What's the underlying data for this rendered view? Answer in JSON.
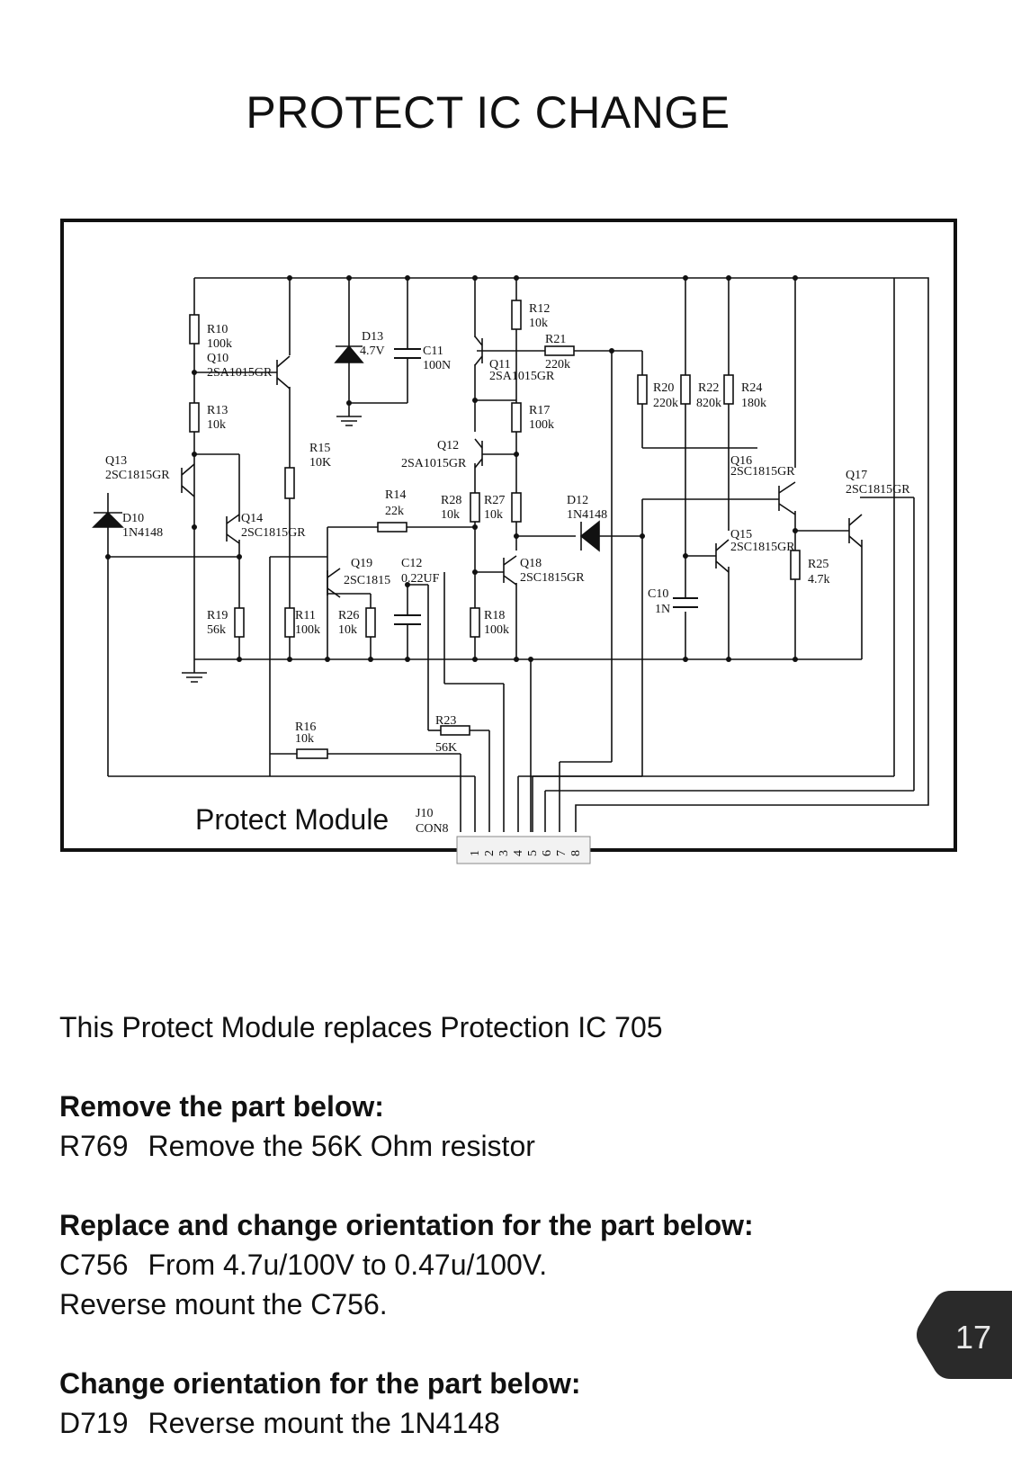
{
  "page": {
    "title": "PROTECT IC CHANGE",
    "page_number": "17"
  },
  "schematic": {
    "module_label": "Protect Module",
    "connector": {
      "ref": "J10",
      "type": "CON8",
      "pins": [
        "1",
        "2",
        "3",
        "4",
        "5",
        "6",
        "7",
        "8"
      ]
    },
    "components": [
      {
        "ref": "R10",
        "value": "100k"
      },
      {
        "ref": "Q10",
        "value": "2SA1015GR"
      },
      {
        "ref": "R13",
        "value": "10k"
      },
      {
        "ref": "Q13",
        "value": "2SC1815GR"
      },
      {
        "ref": "D10",
        "value": "1N4148"
      },
      {
        "ref": "Q14",
        "value": "2SC1815GR"
      },
      {
        "ref": "R15",
        "value": "10K"
      },
      {
        "ref": "D13",
        "value": "4.7V"
      },
      {
        "ref": "C11",
        "value": "100N"
      },
      {
        "ref": "R12",
        "value": "10k"
      },
      {
        "ref": "R21",
        "value": "220k"
      },
      {
        "ref": "Q11",
        "value": "2SA1015GR"
      },
      {
        "ref": "R17",
        "value": "100k"
      },
      {
        "ref": "Q12",
        "value": "2SA1015GR"
      },
      {
        "ref": "R14",
        "value": "22k"
      },
      {
        "ref": "R28",
        "value": "10k"
      },
      {
        "ref": "R27",
        "value": "10k"
      },
      {
        "ref": "D12",
        "value": "1N4148"
      },
      {
        "ref": "R20",
        "value": "220k"
      },
      {
        "ref": "R22",
        "value": "820k"
      },
      {
        "ref": "R24",
        "value": "180k"
      },
      {
        "ref": "Q16",
        "value": "2SC1815GR"
      },
      {
        "ref": "Q17",
        "value": "2SC1815GR"
      },
      {
        "ref": "Q15",
        "value": "2SC1815GR"
      },
      {
        "ref": "R25",
        "value": "4.7k"
      },
      {
        "ref": "Q19",
        "value": "2SC1815"
      },
      {
        "ref": "C12",
        "value": "0.22UF"
      },
      {
        "ref": "Q18",
        "value": "2SC1815GR"
      },
      {
        "ref": "C10",
        "value": "1N"
      },
      {
        "ref": "R19",
        "value": "56k"
      },
      {
        "ref": "R11",
        "value": "100k"
      },
      {
        "ref": "R26",
        "value": "10k"
      },
      {
        "ref": "R18",
        "value": "100k"
      },
      {
        "ref": "R16",
        "value": "10k"
      },
      {
        "ref": "R23",
        "value": "56K"
      }
    ]
  },
  "notes": {
    "intro": "This Protect Module replaces Protection IC 705",
    "remove": {
      "heading": "Remove the part below:",
      "ref": "R769",
      "text": "Remove the 56K Ohm resistor"
    },
    "replace": {
      "heading": "Replace and change orientation for the part below:",
      "ref": "C756",
      "text": "From 4.7u/100V to 0.47u/100V.",
      "text2": "Reverse mount the C756."
    },
    "orient": {
      "heading": "Change orientation for the part below:",
      "ref": "D719",
      "text": "Reverse mount the 1N4148"
    }
  }
}
